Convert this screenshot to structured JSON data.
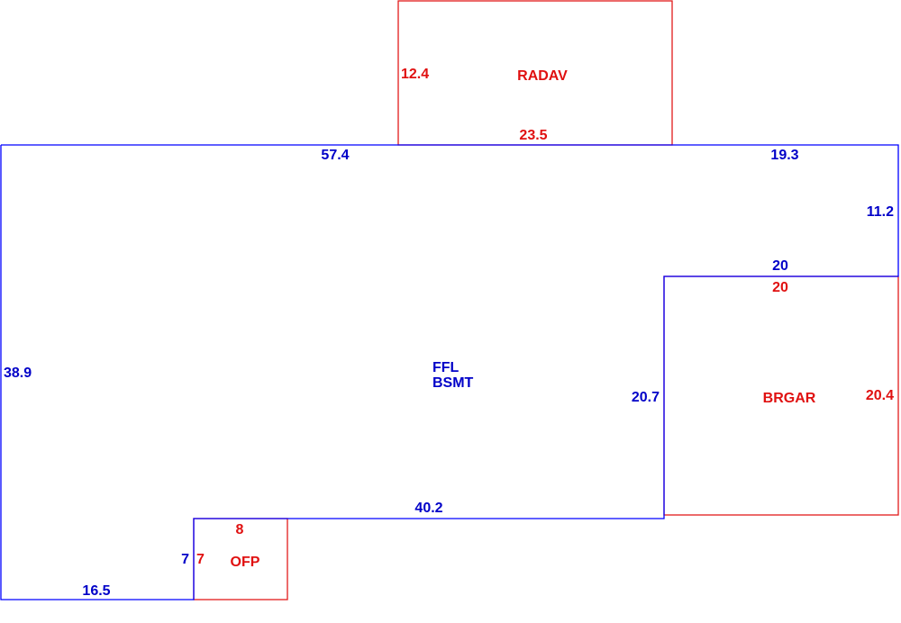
{
  "colors": {
    "main_outline": "#0000ff",
    "main_text": "#0000c8",
    "addon_outline": "#e21b1b",
    "addon_text": "#e01010",
    "background": "#ffffff"
  },
  "main_area": {
    "label_line1": "FFL",
    "label_line2": "BSMT",
    "dims": {
      "top_left": "57.4",
      "top_right": "19.3",
      "right_upper": "11.2",
      "step_top": "20",
      "step_vertical": "20.7",
      "bottom_middle": "40.2",
      "left": "38.9",
      "ofp_side": "7",
      "bottom_left": "16.5"
    }
  },
  "addons": {
    "radav": {
      "label": "RADAV",
      "dim_side": "12.4",
      "dim_bottom": "23.5"
    },
    "brgar": {
      "label": "BRGAR",
      "dim_top": "20",
      "dim_side": "20.4"
    },
    "ofp": {
      "label": "OFP",
      "dim_top": "8",
      "dim_side": "7"
    }
  }
}
